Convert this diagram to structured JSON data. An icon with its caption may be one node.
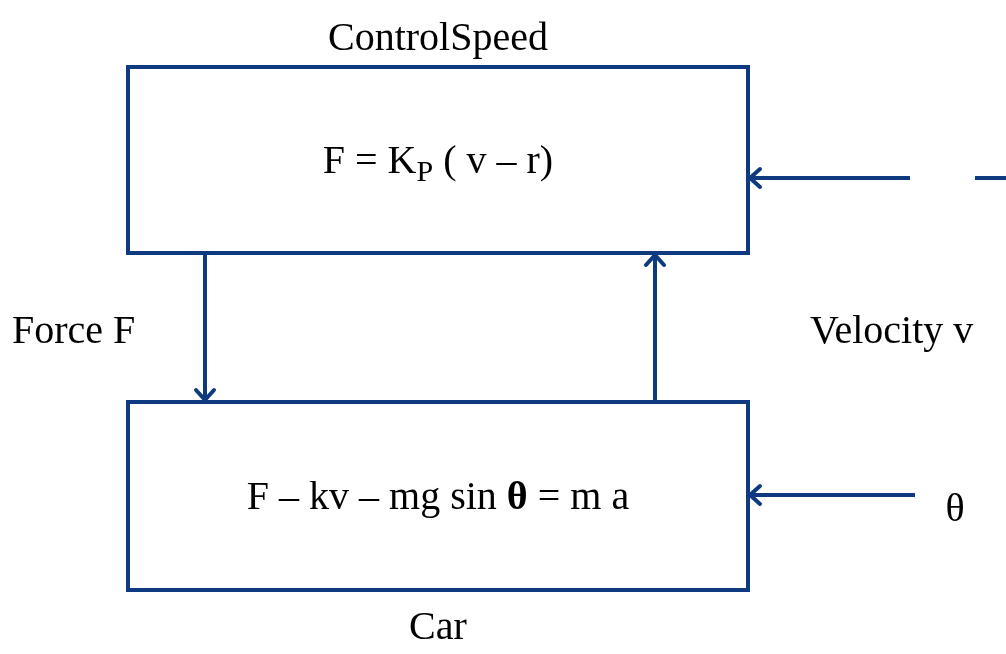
{
  "diagram": {
    "nodes": [
      {
        "text": [
          "ControlSpeed",
          "F  = K$_{P}$ ( v – r)"
        ]
      },
      {
        "text": [
          "F – kv – mg sin **θ** = m a",
          "Car"
        ]
      },
      {
        "text": [
          "θ"
        ]
      }
    ],
    "edges": [
      {
        "from": 0,
        "to": 1,
        "arrow": "to",
        "label": "Force F"
      },
      {
        "from": 1,
        "to": 0,
        "arrow": "to",
        "label": "Velocity v"
      },
      {
        "from": null,
        "to": 0,
        "arrow": "to"
      },
      {
        "from": 2,
        "to": 1,
        "arrow": "to"
      }
    ]
  }
}
